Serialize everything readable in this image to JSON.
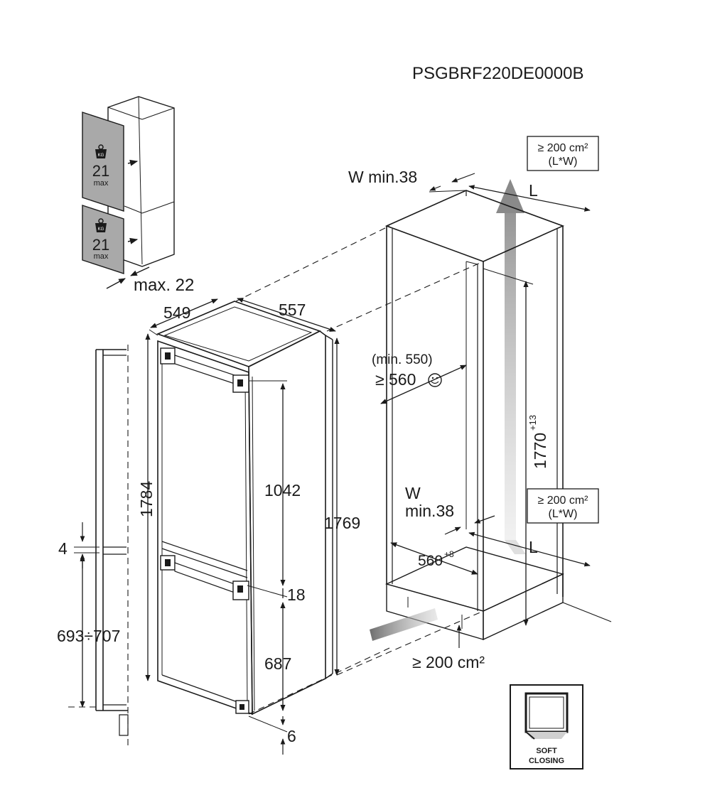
{
  "model_code": "PSGBRF220DE0000B",
  "door_load": {
    "weight": "21",
    "max_label": "max",
    "kg_badge": "KG"
  },
  "dims": {
    "max_22": "max. 22",
    "d549": "549",
    "d557": "557",
    "d1784": "1784",
    "d1769": "1769",
    "d1042": "1042",
    "d687": "687",
    "d18": "18",
    "d6": "6",
    "d4": "4",
    "d693_707": "693÷707",
    "w_min38_top": "W min.38",
    "l_top": "L",
    "vent_top_area": "≥ 200 cm²",
    "vent_top_lw": "(L*W)",
    "min550": "(min. 550)",
    "ge560": "≥ 560",
    "h1770": "1770",
    "h1770_tol": "+13",
    "w_label": "W",
    "min38_lower": "min.38",
    "vent_mid_area": "≥ 200 cm²",
    "vent_mid_lw": "(L*W)",
    "l_mid": "L",
    "d560": "560",
    "d560_tol": "+8",
    "vent_bottom": "≥ 200 cm²"
  },
  "soft_closing": {
    "line1": "SOFT",
    "line2": "CLOSING"
  }
}
